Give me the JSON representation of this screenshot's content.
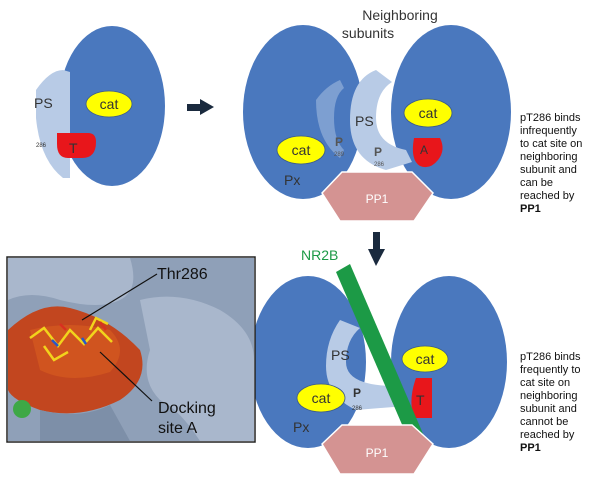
{
  "labels": {
    "neighboring": "Neighboring\nsubunits",
    "ps": "PS",
    "cat": "cat",
    "t": "T",
    "p": "P",
    "px": "Px",
    "pp1": "PP1",
    "nr2b": "NR2B",
    "num_286": "286",
    "num_289": "289",
    "thr286": "Thr286",
    "docking_line1": "Docking",
    "docking_line2": "site A"
  },
  "notes": {
    "infrequent": [
      "pT286 binds",
      "infrequently",
      "to cat site on",
      "neighboring",
      "subunit and",
      "can be",
      "reached by",
      "PP1"
    ],
    "frequent": [
      "pT286 binds",
      "frequently to",
      "cat site on",
      "neighboring",
      "subunit and",
      "cannot be",
      "reached by",
      "PP1"
    ]
  },
  "colors": {
    "subunit_blue": "#4a78be",
    "ps_light": "#b8cbe6",
    "cat_yellow": "#ffff00",
    "t_red": "#e8161b",
    "pp1_pink": "#d49392",
    "nr2b_green": "#1c9a46",
    "arrow_navy": "#1a2a3e"
  }
}
